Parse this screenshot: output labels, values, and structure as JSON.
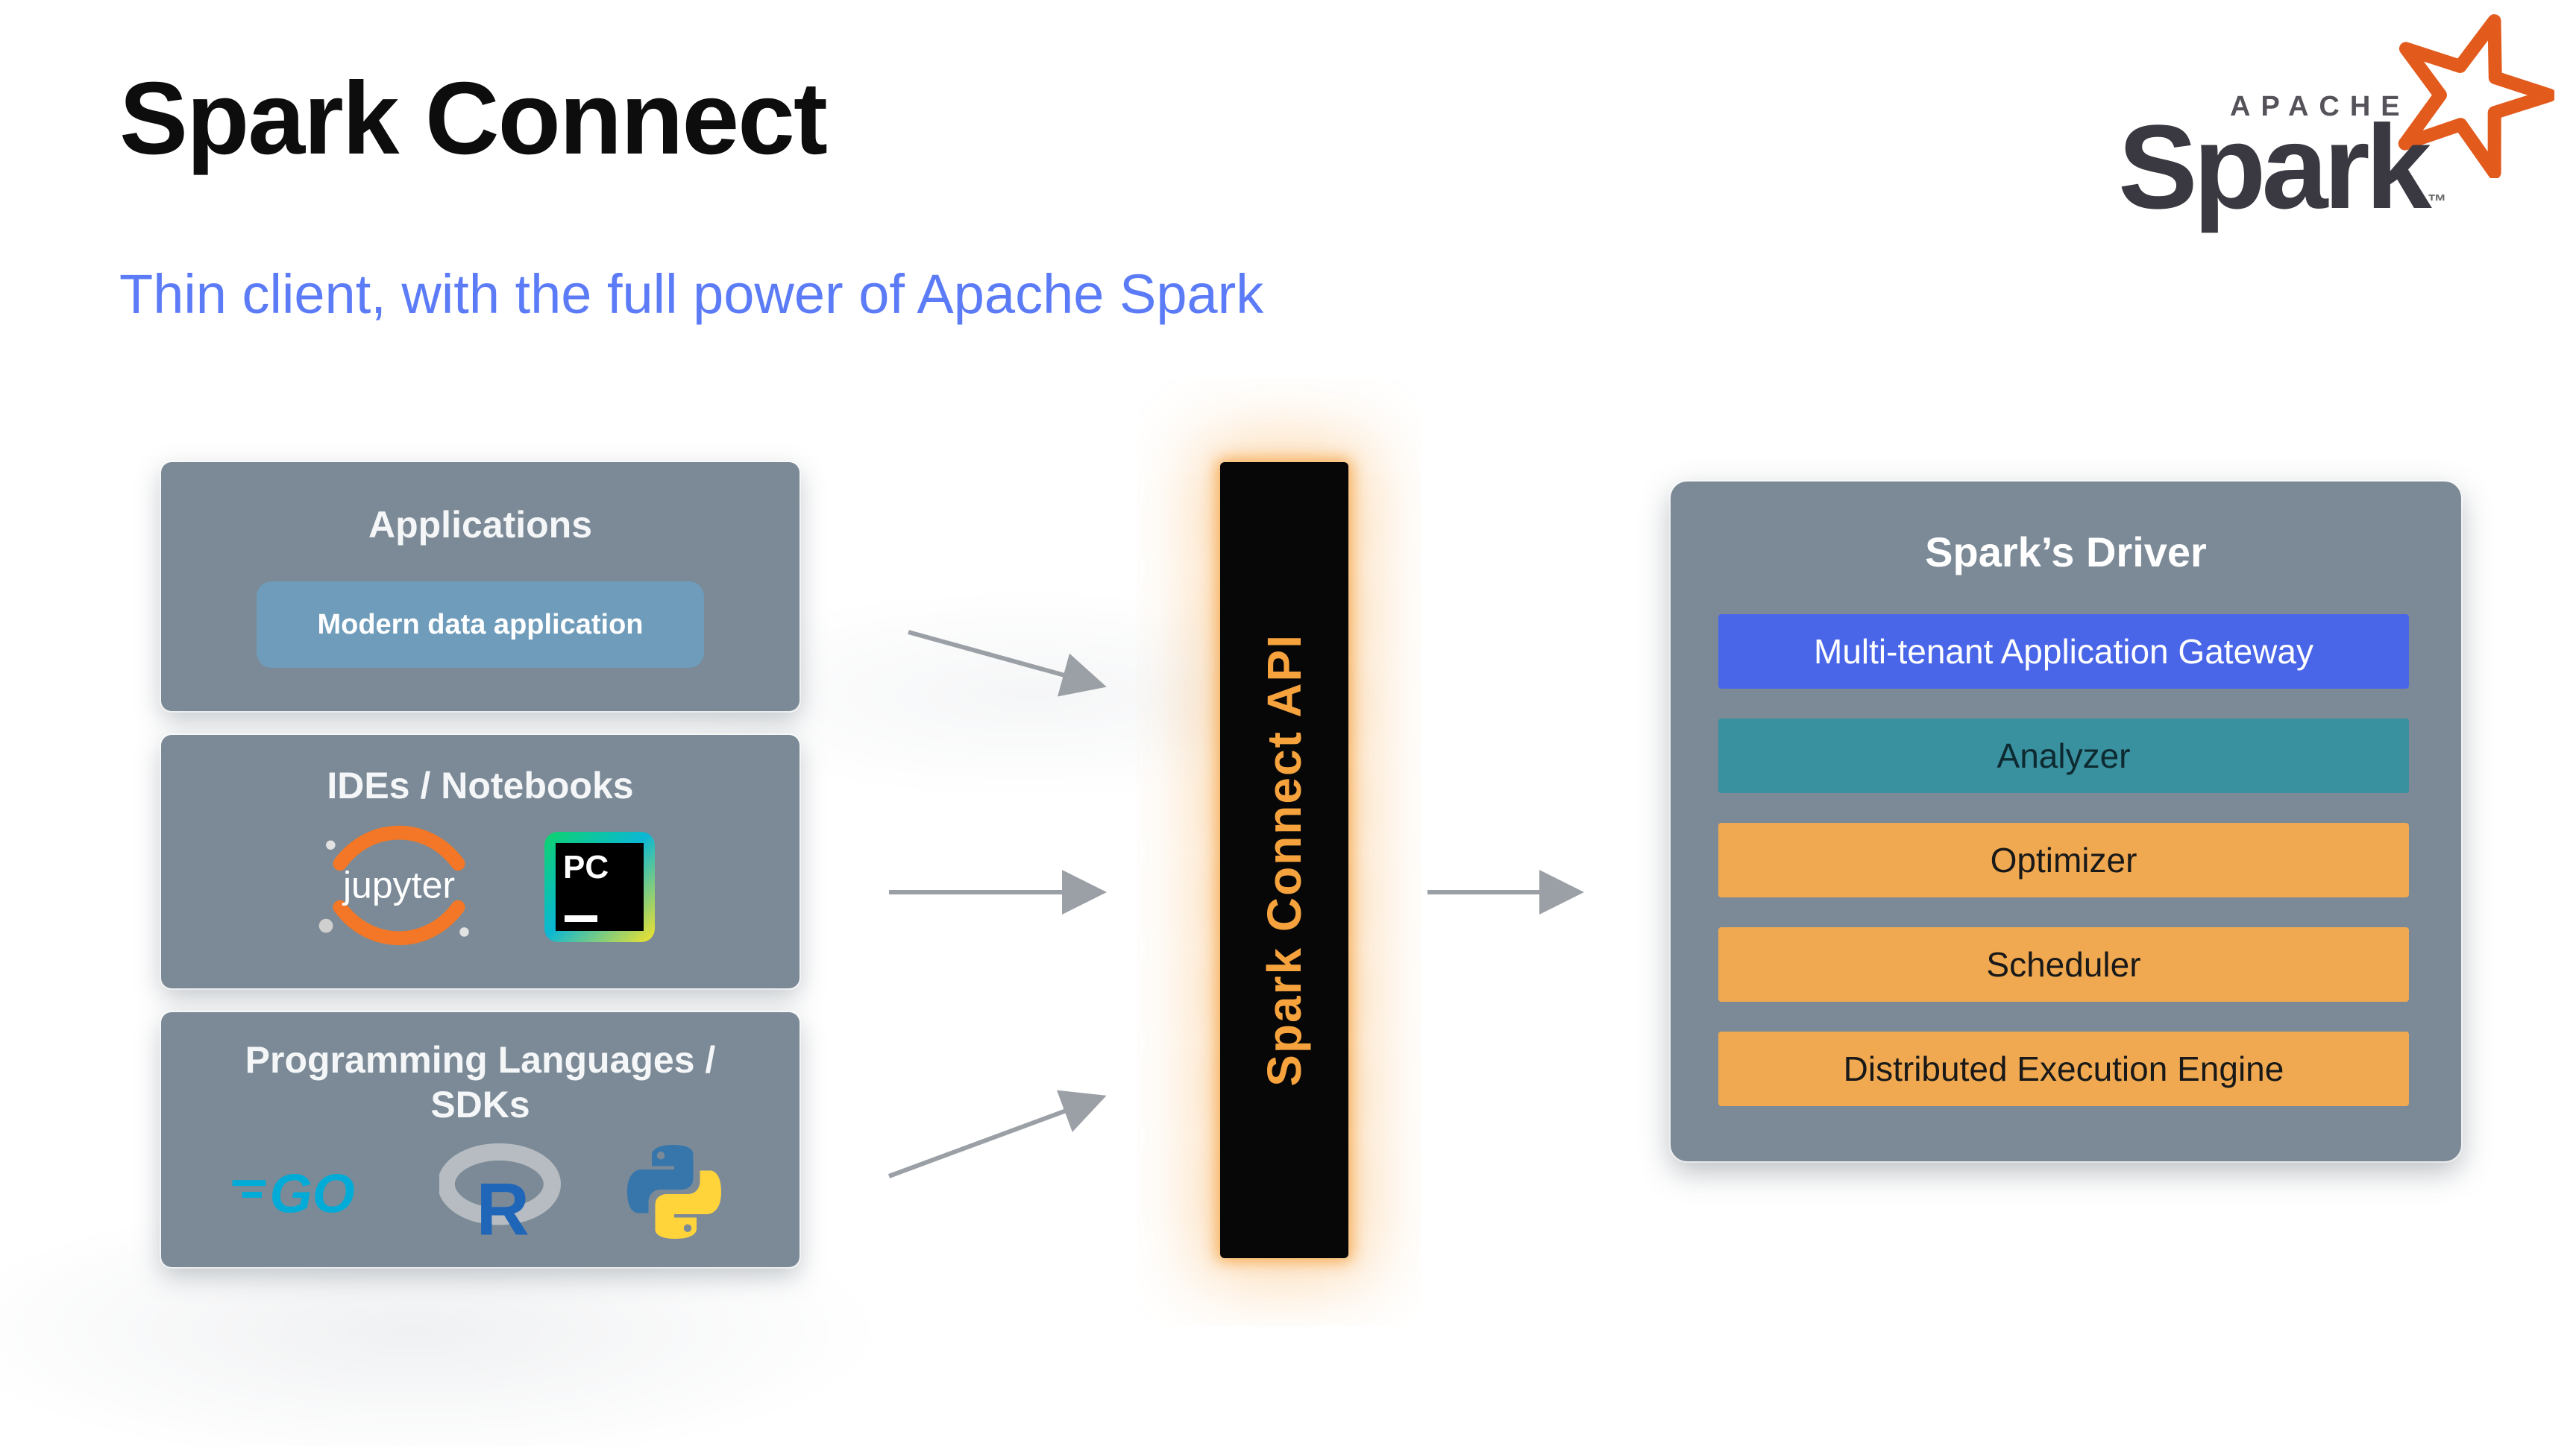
{
  "header": {
    "title": "Spark Connect",
    "subtitle": "Thin client, with the full power of Apache Spark"
  },
  "spark_logo": {
    "apache": "APACHE",
    "spark": "Spark",
    "tm": "™"
  },
  "sources": [
    {
      "title": "Applications",
      "chip": "Modern data application"
    },
    {
      "title": "IDEs / Notebooks",
      "jupyter_label": "jupyter",
      "pycharm_label": "PC"
    },
    {
      "title": "Programming Languages / SDKs",
      "go_label": "GO",
      "r_label": "R"
    }
  ],
  "connector": {
    "label": "Spark Connect API"
  },
  "driver": {
    "title": "Spark’s Driver",
    "layers": [
      {
        "label": "Multi-tenant Application Gateway"
      },
      {
        "label": "Analyzer"
      },
      {
        "label": "Optimizer"
      },
      {
        "label": "Scheduler"
      },
      {
        "label": "Distributed Execution Engine"
      }
    ]
  },
  "colors": {
    "subtitle_blue": "#5b7bf7",
    "panel_gray": "#7b8a96",
    "chip_blue": "#6e9cba",
    "gateway_blue": "#4a66e8",
    "analyzer_teal": "#39909f",
    "layer_orange": "#f0a950",
    "connector_text_orange": "#f6a33e",
    "connector_bg": "#070707",
    "spark_star_orange": "#e25a1c",
    "arrow_gray": "#9aa0a6"
  }
}
